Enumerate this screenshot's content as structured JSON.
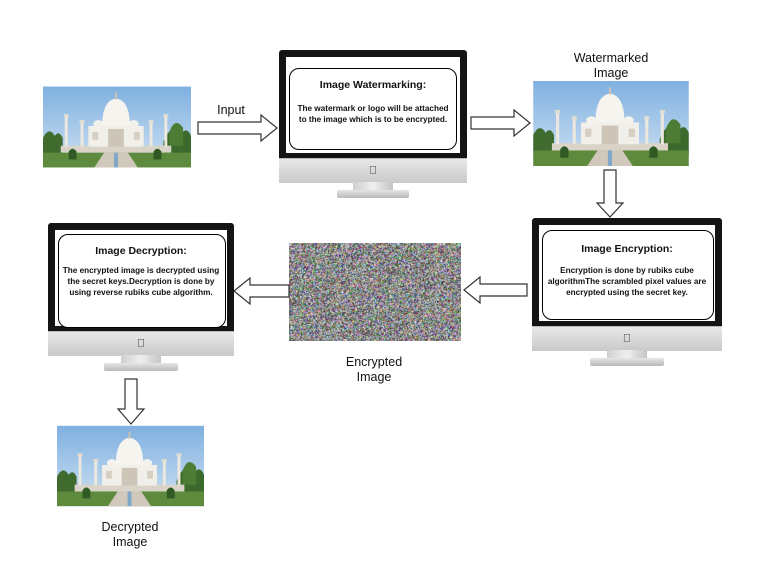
{
  "input_label": "Input",
  "watermarked_label": [
    "Watermarked",
    "Image"
  ],
  "encrypted_label": [
    "Encrypted",
    "Image"
  ],
  "decrypted_label": [
    "Decrypted",
    "Image"
  ],
  "watermarking": {
    "title": "Image Watermarking:",
    "text": "The watermark or logo will be attached to the image which is to be encrypted."
  },
  "encryption": {
    "title": "Image Encryption:",
    "text": "Encryption is done by rubiks cube algorithmThe scrambled pixel values are encrypted using the secret key."
  },
  "decryption": {
    "title": "Image Decryption:",
    "text": "The encrypted image is decrypted using the secret keys.Decryption is done by using reverse rubiks cube algorithm."
  },
  "icons": {
    "monitor_logo": "apple-logo-icon",
    "photo": "taj-mahal-photo"
  },
  "colors": {
    "bezel": "#141414",
    "sky": "#9ec3e6",
    "marble": "#f1efe9",
    "trees": "#3f6b2f"
  }
}
